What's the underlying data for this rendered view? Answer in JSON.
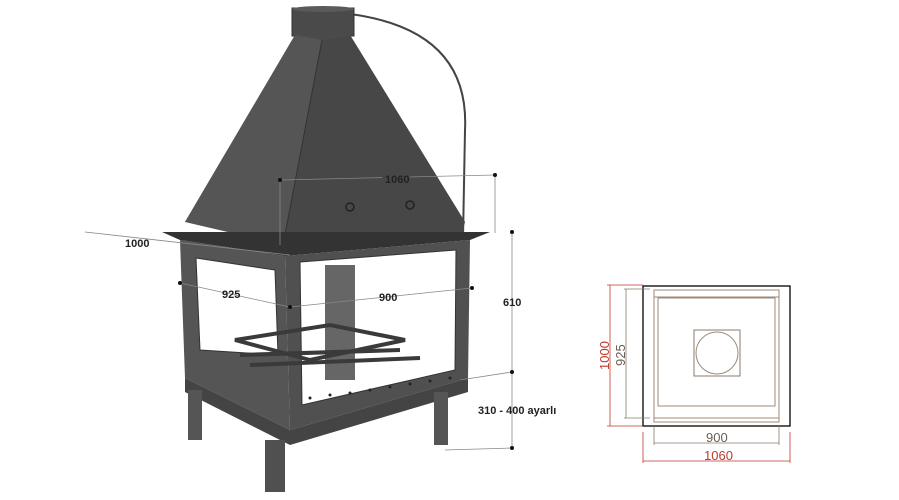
{
  "product_view": {
    "dimensions": {
      "hood_width": "1060",
      "flange_depth": "1000",
      "body_depth": "925",
      "body_width": "900",
      "body_height": "610",
      "leg_height": "310 - 400 ayarlı"
    }
  },
  "plan_view": {
    "outer_height": "1000",
    "inner_height": "925",
    "inner_width": "900",
    "outer_width": "1060",
    "colors": {
      "outer_dims": "#c0392b",
      "inner_dims": "#8a7b6b",
      "frame": "#000000",
      "inner": "#a08a76"
    }
  }
}
